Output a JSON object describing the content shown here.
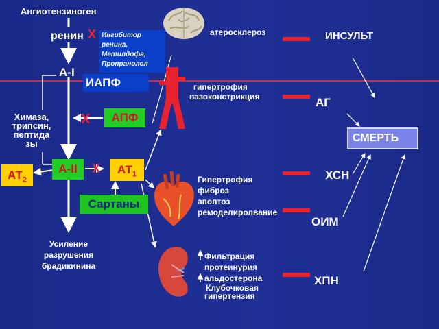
{
  "title": "Ангиотензиноген",
  "renin": "ренин",
  "renin_inhibitor": [
    "Ингибитор",
    "ренина,",
    "Метилдофа,",
    "Пропранолол"
  ],
  "a1": "А-I",
  "iapf": "ИАПФ",
  "apf": "АПФ",
  "chymase": [
    "Химаза,",
    "трипсин,",
    "пептида",
    "зы"
  ],
  "a2": "А-II",
  "at2": {
    "main": "АТ",
    "sub": "2"
  },
  "at1": {
    "main": "АТ",
    "sub": "1"
  },
  "sartans": "Сартаны",
  "bradykinin": [
    "Усиление",
    "разрушения",
    "брадикинина"
  ],
  "block_symbol": "X",
  "organs": {
    "brain": "атеросклероз",
    "vessels": [
      "гипертрофия",
      "вазоконстрикция"
    ],
    "heart": [
      "Гипертрофия",
      "фиброз",
      "апоптоз",
      "ремоделиролвание"
    ],
    "kidney": [
      "Фильтрация",
      "протеинурия",
      "альдостерона",
      "Клубочковая",
      "гипертензия"
    ]
  },
  "outcomes": {
    "stroke": "ИНСУЛЬТ",
    "ag": "АГ",
    "death": "СМЕРТЬ",
    "hsn": "ХСН",
    "oim": "ОИМ",
    "hpn": "ХПН"
  },
  "colors": {
    "background": "#1f2f95",
    "accent_red": "#e8222e",
    "green": "#22cc22",
    "yellow": "#ffd100",
    "death_box": "#7b84e8",
    "divider_line": "#e8222e"
  },
  "icons": [
    "brain-icon",
    "artery-icon",
    "heart-icon",
    "kidney-icon"
  ]
}
